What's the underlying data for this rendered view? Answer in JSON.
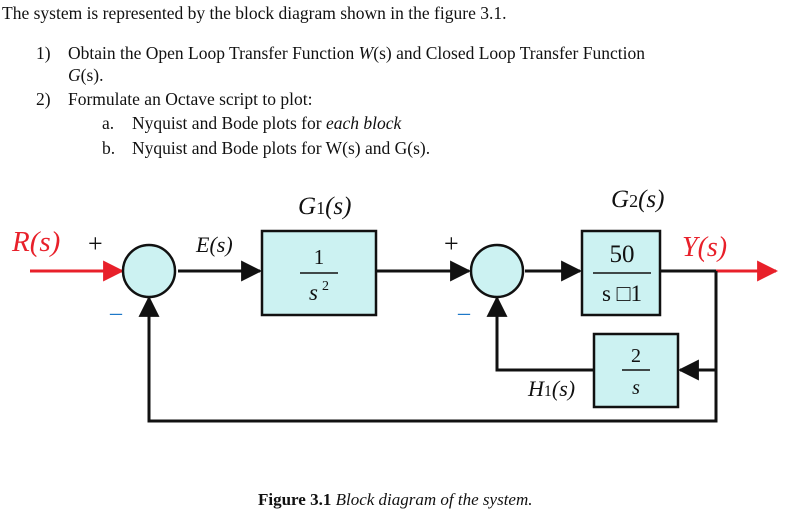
{
  "problem": {
    "intro": "The system is represented by the block diagram shown in the figure 3.1.",
    "item1_num": "1)",
    "item1_a": "Obtain the Open Loop Transfer Function",
    "item1_W": "W",
    "item1_b": "(s) and Closed Loop Transfer Function",
    "item1_G": "G",
    "item1_c": "(s).",
    "item2_num": "2)",
    "item2": "Formulate an Octave script to plot:",
    "sub_a_letter": "a.",
    "sub_a_text": "Nyquist and Bode plots for",
    "sub_a_italic": "each block",
    "sub_b_letter": "b.",
    "sub_b_text": "Nyquist and Bode plots for W(s) and G(s)."
  },
  "diagram": {
    "input": "R(s)",
    "plus1": "+",
    "minus1": "–",
    "error": "E(s)",
    "g1_label_main": "G",
    "g1_label_sub": "1",
    "g1_label_arg": "(s)",
    "g1_num": "1",
    "g1_den": "s",
    "g1_den_exp": "2",
    "plus2": "+",
    "minus2": "–",
    "g2_label_main": "G",
    "g2_label_sub": "2",
    "g2_label_arg": "(s)",
    "g2_num": "50",
    "g2_den": "s □1",
    "output": "Y(s)",
    "h1_label_main": "H",
    "h1_label_sub": "1",
    "h1_label_arg": "(s)",
    "h1_num": "2",
    "h1_den": "s",
    "colors": {
      "block_fill": "#ccf2f2",
      "signal_red": "#e8202a",
      "minus_blue": "#1e78c8"
    }
  },
  "caption": {
    "label": "Figure 3.1",
    "text": "Block diagram of the system."
  }
}
